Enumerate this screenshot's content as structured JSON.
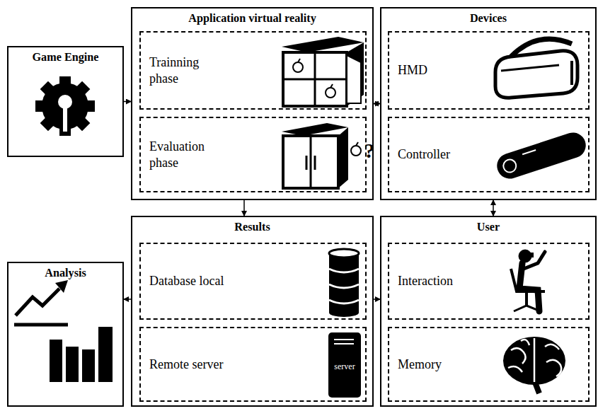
{
  "diagram": {
    "nodes": [
      {
        "text": [
          "Game Engine"
        ]
      },
      {
        "text": [
          "Application virtual reality"
        ]
      },
      {
        "text": [
          "Trainning phase"
        ],
        "in": 1
      },
      {
        "text": [
          "Evaluation phase"
        ],
        "in": 1
      },
      {
        "text": [
          "Devices"
        ]
      },
      {
        "text": [
          "HMD"
        ],
        "in": 4
      },
      {
        "text": [
          "Controller"
        ],
        "in": 4
      },
      {
        "text": [
          "Results"
        ]
      },
      {
        "text": [
          "Database local"
        ],
        "in": 7
      },
      {
        "text": [
          "Remote server"
        ],
        "in": 7
      },
      {
        "text": [
          "User"
        ]
      },
      {
        "text": [
          "Interaction"
        ],
        "in": 10
      },
      {
        "text": [
          "Memory"
        ],
        "in": 10
      },
      {
        "text": [
          "Analysis"
        ]
      }
    ],
    "edges": [
      {
        "from": 0,
        "to": 1,
        "arrow": "to"
      },
      {
        "from": 1,
        "to": 4,
        "arrow": "both"
      },
      {
        "from": 1,
        "to": 7,
        "arrow": "to"
      },
      {
        "from": 4,
        "to": 10,
        "arrow": "both"
      },
      {
        "from": 7,
        "to": 13,
        "arrow": "to"
      },
      {
        "from": 7,
        "to": 10,
        "arrow": "to"
      }
    ],
    "labels": [
      "server",
      "?"
    ]
  }
}
